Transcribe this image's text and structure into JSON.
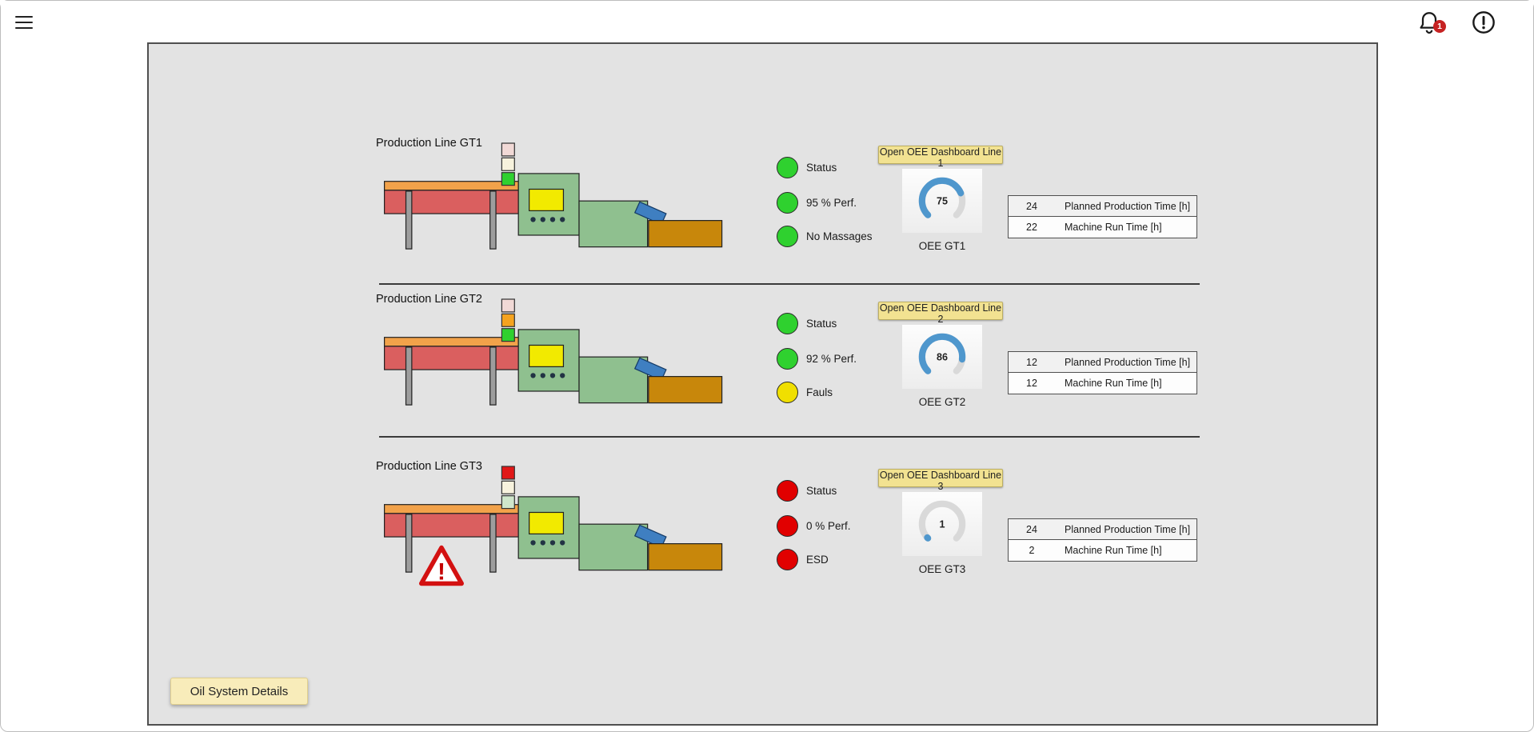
{
  "topbar": {
    "notifications_badge": "1"
  },
  "colors": {
    "green": "#2fd12f",
    "yellow": "#f0df00",
    "red": "#e10000",
    "gauge_arc": "#4f97cd",
    "gauge_track": "#d9d9d9"
  },
  "lines": [
    {
      "name": "Production Line GT1",
      "lights": [
        "#f1d9d6",
        "#f7f2dd",
        "#2fd12f"
      ],
      "indicators": [
        {
          "label": "Status",
          "color": "#2fd12f"
        },
        {
          "label": "95 % Perf.",
          "color": "#2fd12f"
        },
        {
          "label": "No Massages",
          "color": "#2fd12f"
        }
      ],
      "oee_button": "Open OEE Dashboard Line 1",
      "oee": {
        "value": 75,
        "label": "OEE GT1"
      },
      "table": [
        {
          "value": "24",
          "label": "Planned Production Time [h]"
        },
        {
          "value": "22",
          "label": "Machine Run Time [h]"
        }
      ],
      "warning": false
    },
    {
      "name": "Production Line GT2",
      "lights": [
        "#f1d9d6",
        "#f5a31f",
        "#2fd12f"
      ],
      "indicators": [
        {
          "label": "Status",
          "color": "#2fd12f"
        },
        {
          "label": "92 % Perf.",
          "color": "#2fd12f"
        },
        {
          "label": "Fauls",
          "color": "#f0df00"
        }
      ],
      "oee_button": "Open OEE Dashboard Line 2",
      "oee": {
        "value": 86,
        "label": "OEE GT2"
      },
      "table": [
        {
          "value": "12",
          "label": "Planned Production Time [h]"
        },
        {
          "value": "12",
          "label": "Machine Run Time [h]"
        }
      ],
      "warning": false
    },
    {
      "name": "Production Line GT3",
      "lights": [
        "#e11717",
        "#f7f2dd",
        "#cfe7cb"
      ],
      "indicators": [
        {
          "label": "Status",
          "color": "#e10000"
        },
        {
          "label": "0 % Perf.",
          "color": "#e10000"
        },
        {
          "label": "ESD",
          "color": "#e10000"
        }
      ],
      "oee_button": "Open OEE Dashboard Line 3",
      "oee": {
        "value": 1,
        "label": "OEE GT3"
      },
      "table": [
        {
          "value": "24",
          "label": "Planned Production Time [h]"
        },
        {
          "value": "2",
          "label": "Machine Run Time [h]"
        }
      ],
      "warning": true
    }
  ],
  "footer": {
    "oil_button": "Oil System Details"
  }
}
